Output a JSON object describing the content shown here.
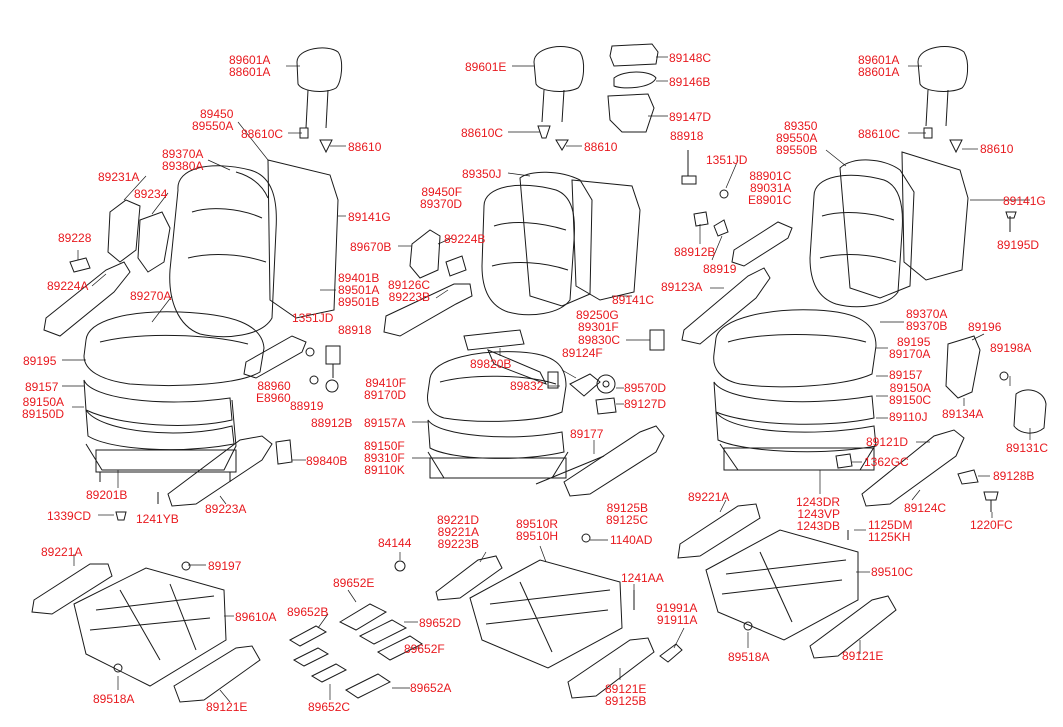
{
  "labels": [
    {
      "id": "l001",
      "text": "89601A\n88601A"
    },
    {
      "id": "l002",
      "text": "89450\n89550A"
    },
    {
      "id": "l003",
      "text": "88610C"
    },
    {
      "id": "l004",
      "text": "88610"
    },
    {
      "id": "l005",
      "text": "89370A\n89380A"
    },
    {
      "id": "l006",
      "text": "89231A"
    },
    {
      "id": "l007",
      "text": "89234"
    },
    {
      "id": "l008",
      "text": "89141G"
    },
    {
      "id": "l009",
      "text": "89228"
    },
    {
      "id": "l010",
      "text": "89224A"
    },
    {
      "id": "l011",
      "text": "89270A"
    },
    {
      "id": "l012",
      "text": "89401B\n89501A\n89501B"
    },
    {
      "id": "l013",
      "text": "1351JD"
    },
    {
      "id": "l014",
      "text": "88918"
    },
    {
      "id": "l015",
      "text": "89195"
    },
    {
      "id": "l016",
      "text": "88960\nE8960"
    },
    {
      "id": "l017",
      "text": "89157"
    },
    {
      "id": "l018",
      "text": "89150A\n89150D"
    },
    {
      "id": "l019",
      "text": "88919"
    },
    {
      "id": "l020",
      "text": "88912B"
    },
    {
      "id": "l021",
      "text": "89840B"
    },
    {
      "id": "l022",
      "text": "89201B"
    },
    {
      "id": "l023",
      "text": "89223A"
    },
    {
      "id": "l024",
      "text": "1339CD"
    },
    {
      "id": "l025",
      "text": "1241YB"
    },
    {
      "id": "l026",
      "text": "89601E"
    },
    {
      "id": "l027",
      "text": "89148C"
    },
    {
      "id": "l028",
      "text": "89146B"
    },
    {
      "id": "l029",
      "text": "89147D"
    },
    {
      "id": "l030",
      "text": "88610C"
    },
    {
      "id": "l031",
      "text": "88610"
    },
    {
      "id": "l032",
      "text": "88918"
    },
    {
      "id": "l033",
      "text": "89350J"
    },
    {
      "id": "l034",
      "text": "89450F\n89370D"
    },
    {
      "id": "l035",
      "text": "89224B"
    },
    {
      "id": "l036",
      "text": "89670B"
    },
    {
      "id": "l037",
      "text": "89126C\n89223B"
    },
    {
      "id": "l038",
      "text": "89250G\n89301F"
    },
    {
      "id": "l039",
      "text": "89141C"
    },
    {
      "id": "l040",
      "text": "89820B"
    },
    {
      "id": "l041",
      "text": "89830C"
    },
    {
      "id": "l042",
      "text": "89124F"
    },
    {
      "id": "l043",
      "text": "89410F\n89170D"
    },
    {
      "id": "l044",
      "text": "89832"
    },
    {
      "id": "l045",
      "text": "89570D"
    },
    {
      "id": "l046",
      "text": "89127D"
    },
    {
      "id": "l047",
      "text": "89157A"
    },
    {
      "id": "l048",
      "text": "89177"
    },
    {
      "id": "l049",
      "text": "89150F\n89310F\n89110K"
    },
    {
      "id": "l050",
      "text": "89125B\n89125C"
    },
    {
      "id": "l051",
      "text": "1351JD"
    },
    {
      "id": "l052",
      "text": "88901C\n89031A\nE8901C"
    },
    {
      "id": "l053",
      "text": "88912B"
    },
    {
      "id": "l054",
      "text": "88919"
    },
    {
      "id": "l055",
      "text": "89123A"
    },
    {
      "id": "l056",
      "text": "89601A\n88601A"
    },
    {
      "id": "l057",
      "text": "89350\n89550A\n89550B"
    },
    {
      "id": "l058",
      "text": "88610C"
    },
    {
      "id": "l059",
      "text": "88610"
    },
    {
      "id": "l060",
      "text": "89141G"
    },
    {
      "id": "l061",
      "text": "89195D"
    },
    {
      "id": "l062",
      "text": "89370A\n89370B"
    },
    {
      "id": "l063",
      "text": "89196"
    },
    {
      "id": "l064",
      "text": "89195\n89170A"
    },
    {
      "id": "l065",
      "text": "89198A"
    },
    {
      "id": "l066",
      "text": "89157"
    },
    {
      "id": "l067",
      "text": "89150A\n89150C"
    },
    {
      "id": "l068",
      "text": "89110J"
    },
    {
      "id": "l069",
      "text": "89134A"
    },
    {
      "id": "l070",
      "text": "89131C"
    },
    {
      "id": "l071",
      "text": "89121D"
    },
    {
      "id": "l072",
      "text": "1362GC"
    },
    {
      "id": "l073",
      "text": "89128B"
    },
    {
      "id": "l074",
      "text": "89124C"
    },
    {
      "id": "l075",
      "text": "1243DR\n1243VP\n1243DB"
    },
    {
      "id": "l076",
      "text": "1125DM\n1125KH"
    },
    {
      "id": "l077",
      "text": "1220FC"
    },
    {
      "id": "l078",
      "text": "89221A"
    },
    {
      "id": "l079",
      "text": "89197"
    },
    {
      "id": "l080",
      "text": "89610A"
    },
    {
      "id": "l081",
      "text": "89518A"
    },
    {
      "id": "l082",
      "text": "89121E"
    },
    {
      "id": "l083",
      "text": "84144"
    },
    {
      "id": "l084",
      "text": "89652E"
    },
    {
      "id": "l085",
      "text": "89652B"
    },
    {
      "id": "l086",
      "text": "89652D"
    },
    {
      "id": "l087",
      "text": "89652F"
    },
    {
      "id": "l088",
      "text": "89652C"
    },
    {
      "id": "l089",
      "text": "89652A"
    },
    {
      "id": "l090",
      "text": "89221D\n89221A\n89223B"
    },
    {
      "id": "l091",
      "text": "89510R\n89510H"
    },
    {
      "id": "l092",
      "text": "1140AD"
    },
    {
      "id": "l093",
      "text": "1241AA"
    },
    {
      "id": "l094",
      "text": "91991A\n91911A"
    },
    {
      "id": "l095",
      "text": "89121E\n89125B"
    },
    {
      "id": "l096",
      "text": "89221A"
    },
    {
      "id": "l097",
      "text": "89510C"
    },
    {
      "id": "l098",
      "text": "89518A"
    },
    {
      "id": "l099",
      "text": "89121E"
    }
  ],
  "colors": {
    "label": "#e8191e",
    "line": "#1a1a1a",
    "background": "#ffffff"
  }
}
